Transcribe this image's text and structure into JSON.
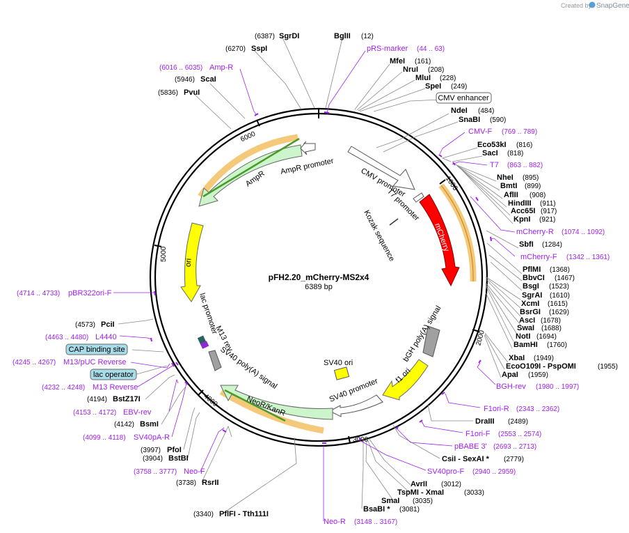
{
  "credit": {
    "prefix": "Created by",
    "brand": "SnapGene"
  },
  "plasmid": {
    "name": "pFH2.20_mCherry-MS2x4",
    "length": "6389 bp"
  },
  "ticks": [
    "1000",
    "2000",
    "3000",
    "4000",
    "5000",
    "6000"
  ],
  "sites": [
    {
      "name": "SgrDI",
      "pos": "(6387)"
    },
    {
      "name": "BglII",
      "pos": "(12)"
    },
    {
      "name": "SspI",
      "pos": "(6270)"
    },
    {
      "name": "ScaI",
      "pos": "(5946)"
    },
    {
      "name": "PvuI",
      "pos": "(5836)"
    },
    {
      "name": "MfeI",
      "pos": "(161)"
    },
    {
      "name": "NruI",
      "pos": "(208)"
    },
    {
      "name": "MluI",
      "pos": "(228)"
    },
    {
      "name": "SpeI",
      "pos": "(249)"
    },
    {
      "name": "NdeI",
      "pos": "(484)"
    },
    {
      "name": "SnaBI",
      "pos": "(590)"
    },
    {
      "name": "Eco53kI",
      "pos": "(816)"
    },
    {
      "name": "SacI",
      "pos": "(818)"
    },
    {
      "name": "NheI",
      "pos": "(895)"
    },
    {
      "name": "BmtI",
      "pos": "(899)"
    },
    {
      "name": "AflII",
      "pos": "(908)"
    },
    {
      "name": "HindIII",
      "pos": "(911)"
    },
    {
      "name": "Acc65I",
      "pos": "(917)"
    },
    {
      "name": "KpnI",
      "pos": "(921)"
    },
    {
      "name": "SbfI",
      "pos": "(1284)"
    },
    {
      "name": "PflMI",
      "pos": "(1368)"
    },
    {
      "name": "BbvCI",
      "pos": "(1467)"
    },
    {
      "name": "BsgI",
      "pos": "(1523)"
    },
    {
      "name": "SgrAI",
      "pos": "(1610)"
    },
    {
      "name": "XcmI",
      "pos": "(1615)"
    },
    {
      "name": "BsrGI",
      "pos": "(1629)"
    },
    {
      "name": "AscI",
      "pos": "(1678)"
    },
    {
      "name": "SwaI",
      "pos": "(1688)"
    },
    {
      "name": "NotI",
      "pos": "(1694)"
    },
    {
      "name": "BamHI",
      "pos": "(1760)"
    },
    {
      "name": "XbaI",
      "pos": "(1949)"
    },
    {
      "name": "EcoO109I - PspOMI",
      "pos": "(1955)"
    },
    {
      "name": "ApaI",
      "pos": "(1959)"
    },
    {
      "name": "DraIII",
      "pos": "(2489)"
    },
    {
      "name": "CsiI - SexAI *",
      "pos": "(2779)"
    },
    {
      "name": "AvrII",
      "pos": "(3012)"
    },
    {
      "name": "TspMI - XmaI",
      "pos": "(3033)"
    },
    {
      "name": "SmaI",
      "pos": "(3035)"
    },
    {
      "name": "BsaBI *",
      "pos": "(3081)"
    },
    {
      "name": "PflFI - Tth111I",
      "pos": "(3340)"
    },
    {
      "name": "RsrII",
      "pos": "(3738)"
    },
    {
      "name": "BstBI",
      "pos": "(3904)"
    },
    {
      "name": "PfoI",
      "pos": "(3997)"
    },
    {
      "name": "BsmI",
      "pos": "(4142)"
    },
    {
      "name": "BstZ17I",
      "pos": "(4194)"
    },
    {
      "name": "PciI",
      "pos": "(4573)"
    }
  ],
  "primers": [
    {
      "name": "pRS-marker",
      "pos": "(44 .. 63)"
    },
    {
      "name": "Amp-R",
      "pos": "(6016 .. 6035)"
    },
    {
      "name": "CMV-F",
      "pos": "(769 .. 789)"
    },
    {
      "name": "T7",
      "pos": "(863 .. 882)"
    },
    {
      "name": "mCherry-R",
      "pos": "(1074 .. 1092)"
    },
    {
      "name": "mCherry-F",
      "pos": "(1342 .. 1361)"
    },
    {
      "name": "BGH-rev",
      "pos": "(1980 .. 1997)"
    },
    {
      "name": "F1ori-R",
      "pos": "(2343 .. 2362)"
    },
    {
      "name": "F1ori-F",
      "pos": "(2553 .. 2574)"
    },
    {
      "name": "pBABE 3'",
      "pos": "(2693 .. 2713)"
    },
    {
      "name": "SV40pro-F",
      "pos": "(2940 .. 2959)"
    },
    {
      "name": "Neo-R",
      "pos": "(3148 .. 3167)"
    },
    {
      "name": "Neo-F",
      "pos": "(3758 .. 3777)"
    },
    {
      "name": "SV40pA-R",
      "pos": "(4099 .. 4118)"
    },
    {
      "name": "EBV-rev",
      "pos": "(4153 .. 4172)"
    },
    {
      "name": "M13 Reverse",
      "pos": "(4232 .. 4248)"
    },
    {
      "name": "M13/pUC Reverse",
      "pos": "(4245 .. 4267)"
    },
    {
      "name": "L4440",
      "pos": "(4463 .. 4480)"
    },
    {
      "name": "pBR322ori-F",
      "pos": "(4714 .. 4733)"
    }
  ],
  "boxed_features": [
    "CMV enhancer",
    "CAP binding site",
    "lac operator"
  ],
  "features": {
    "cmv_promoter": "CMV promoter",
    "t7_promoter": "T7 promoter",
    "kozak": "Kozak sequence",
    "mcherry": "mCherry",
    "bgh": "bGH poly(A) signal",
    "f1ori": "f1 ori",
    "sv40_promoter": "SV40 promoter",
    "sv40_ori": "SV40 ori",
    "neor": "NeoR/KanR",
    "sv40_pa": "SV40 poly(A) signal",
    "m13rev": "M13 rev",
    "lac_promoter": "lac promoter",
    "ori": "ori",
    "ampr": "AmpR",
    "ampr_promoter": "AmpR promoter"
  },
  "colors": {
    "mcherry": "#ff0000",
    "ori": "#ffff00",
    "f1ori": "#ffff00",
    "neor": "#ccf5cc",
    "ampr": "#ccf5cc",
    "primer": "#a020f0",
    "orf": "#f5c97a",
    "boxed_cap": "#a8dce8"
  }
}
